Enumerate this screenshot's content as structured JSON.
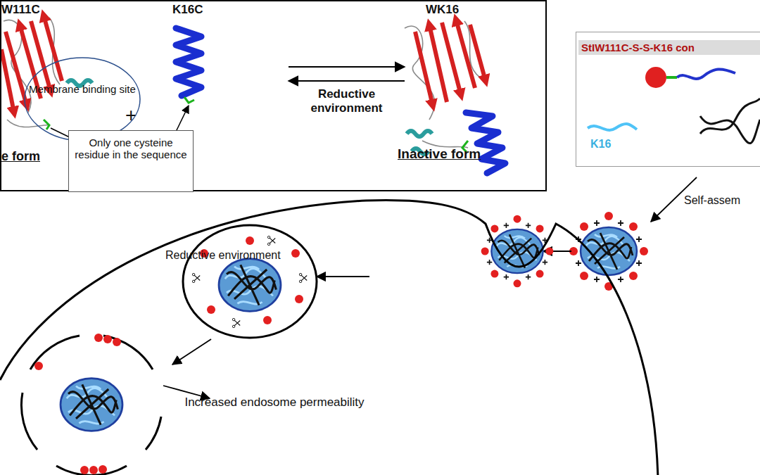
{
  "diagram": {
    "nodes": [
      {
        "text": [
          "W111C",
          "K16C",
          "+",
          "WK16",
          "Reductive environment",
          "e form",
          "Inactive form"
        ]
      },
      {
        "text": [
          "Membrane binding site"
        ],
        "in": 0
      },
      {
        "text": [
          "Only one cysteine residue in the sequence"
        ],
        "in": 0
      },
      {
        "text": [
          "StIW111C-S-S-K16 con",
          "K16"
        ]
      },
      {
        "text": [
          "Reductive environment"
        ]
      }
    ],
    "labels": [
      "Self-assem",
      "Increased endosome permeability"
    ]
  }
}
